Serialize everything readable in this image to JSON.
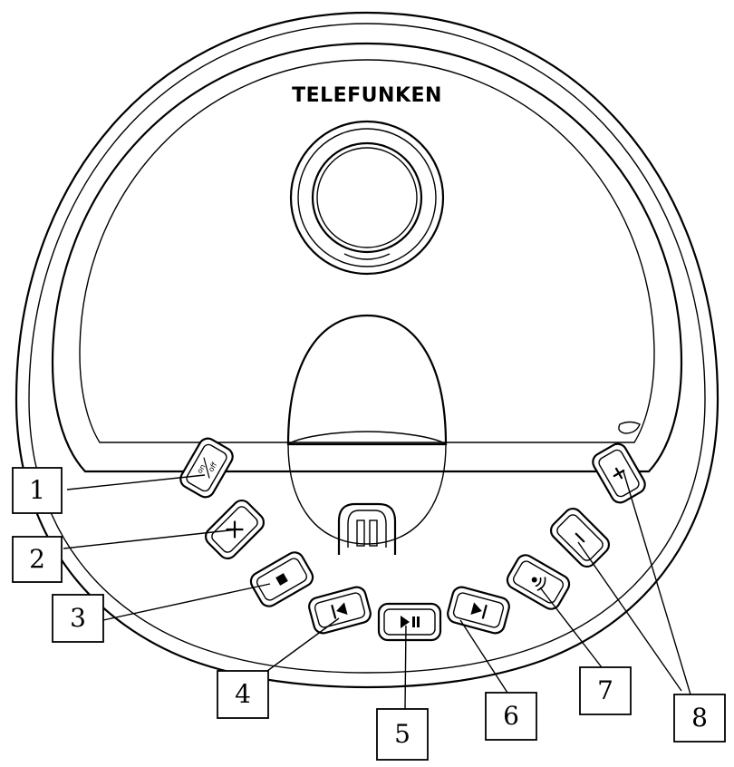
{
  "brand": {
    "name": "TELEFUNKEN"
  },
  "buttons": [
    {
      "id": "on-off",
      "icon": "on-off-icon",
      "icon_text": "on/off"
    },
    {
      "id": "delete",
      "icon": "delete-x-icon"
    },
    {
      "id": "stop",
      "icon": "stop-square-icon"
    },
    {
      "id": "previous",
      "icon": "skip-back-icon"
    },
    {
      "id": "play-pause",
      "icon": "play-pause-icon"
    },
    {
      "id": "next",
      "icon": "skip-forward-icon"
    },
    {
      "id": "announce",
      "icon": "announce-icon"
    },
    {
      "id": "volume-down",
      "icon": "minus-icon"
    },
    {
      "id": "volume-up",
      "icon": "plus-icon"
    }
  ],
  "callouts": [
    "1",
    "2",
    "3",
    "4",
    "5",
    "6",
    "7",
    "8"
  ]
}
